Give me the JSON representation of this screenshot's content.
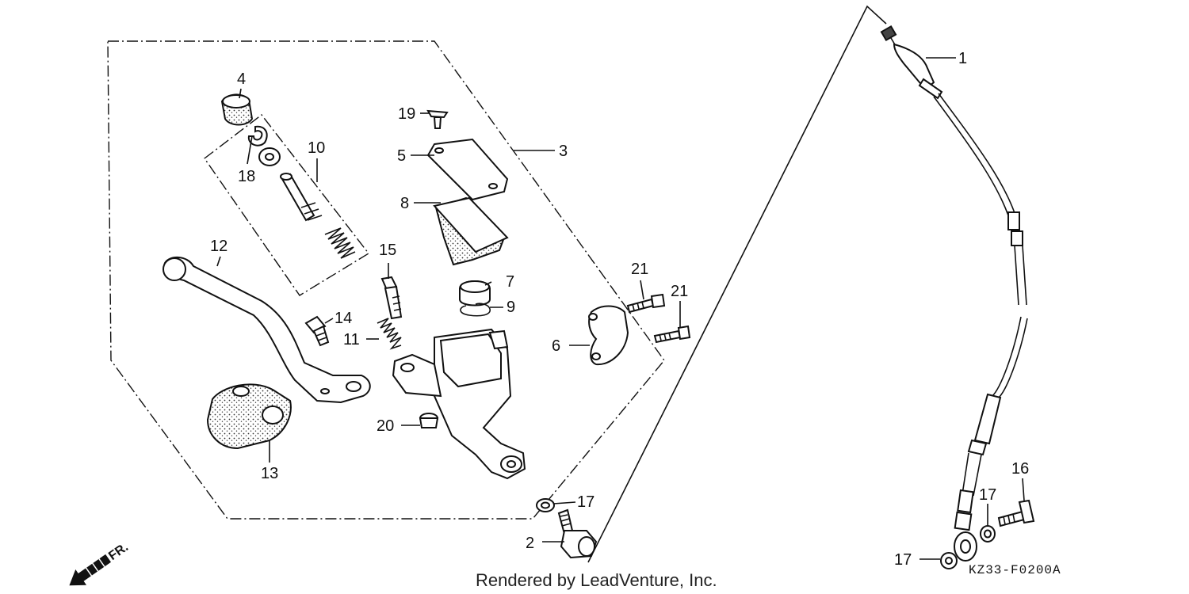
{
  "diagram": {
    "callouts": [
      {
        "id": "1",
        "label": "1"
      },
      {
        "id": "2",
        "label": "2"
      },
      {
        "id": "3",
        "label": "3"
      },
      {
        "id": "4",
        "label": "4"
      },
      {
        "id": "5",
        "label": "5"
      },
      {
        "id": "6",
        "label": "6"
      },
      {
        "id": "7",
        "label": "7"
      },
      {
        "id": "8",
        "label": "8"
      },
      {
        "id": "9",
        "label": "9"
      },
      {
        "id": "10",
        "label": "10"
      },
      {
        "id": "11",
        "label": "11"
      },
      {
        "id": "12",
        "label": "12"
      },
      {
        "id": "13",
        "label": "13"
      },
      {
        "id": "14",
        "label": "14"
      },
      {
        "id": "15",
        "label": "15"
      },
      {
        "id": "16",
        "label": "16"
      },
      {
        "id": "17a",
        "label": "17"
      },
      {
        "id": "17b",
        "label": "17"
      },
      {
        "id": "17c",
        "label": "17"
      },
      {
        "id": "18",
        "label": "18"
      },
      {
        "id": "19",
        "label": "19"
      },
      {
        "id": "20",
        "label": "20"
      },
      {
        "id": "21a",
        "label": "21"
      },
      {
        "id": "21b",
        "label": "21"
      }
    ],
    "direction_label": "FR.",
    "diagram_code": "KZ33-F0200A",
    "credit": "Rendered by LeadVenture, Inc."
  }
}
